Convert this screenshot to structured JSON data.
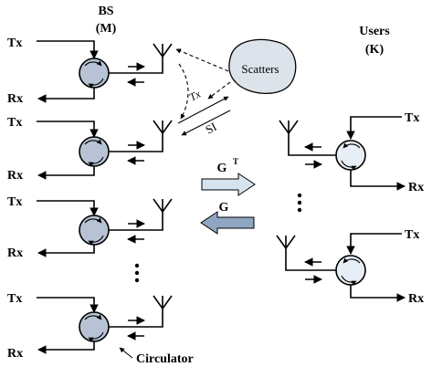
{
  "bs_title": "BS",
  "bs_count": "(M)",
  "users_title": "Users",
  "users_count": "(K)",
  "tx_label": "Tx",
  "rx_label": "Rx",
  "scatters_label": "Scatters",
  "path_tx_label": "Tx",
  "path_si_label": "SI",
  "gt_label": "G",
  "gt_superscript": "T",
  "g_label": "G",
  "circulator_label": "Circulator",
  "colors": {
    "circulator_bs": "#b7c3d4",
    "circulator_user": "#e8eef5",
    "scatters_fill": "#dde3ea",
    "arrow_gt": "#d6e4f0",
    "arrow_g": "#8fa6c2"
  }
}
